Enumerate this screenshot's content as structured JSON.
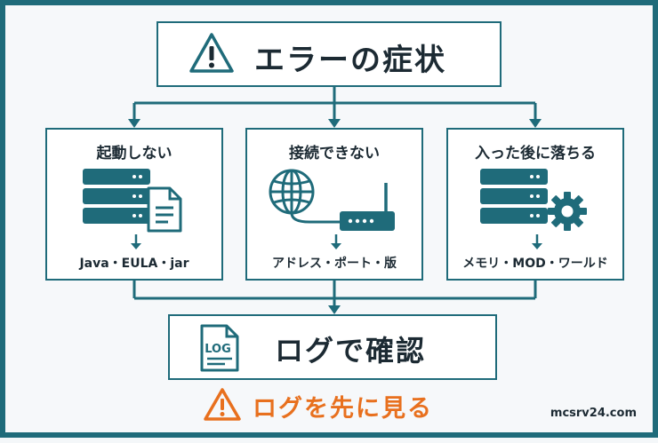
{
  "top": {
    "title": "エラーの症状",
    "icon": "warning-triangle-icon"
  },
  "cards": [
    {
      "title": "起動しない",
      "sub": "Java・EULA・jar",
      "icon": "server-document-icon"
    },
    {
      "title": "接続できない",
      "sub": "アドレス・ポート・版",
      "icon": "globe-router-icon"
    },
    {
      "title": "入った後に落ちる",
      "sub": "メモリ・MOD・ワールド",
      "icon": "server-gear-icon"
    }
  ],
  "bottom": {
    "title": "ログで確認",
    "icon": "log-file-icon",
    "icon_text": "LOG"
  },
  "warning": {
    "text": "ログを先に見る",
    "icon": "warning-triangle-icon"
  },
  "footer": "mcsrv24.com",
  "colors": {
    "teal": "#1f6b7a",
    "navy": "#1c2a33",
    "orange": "#e8701e"
  }
}
